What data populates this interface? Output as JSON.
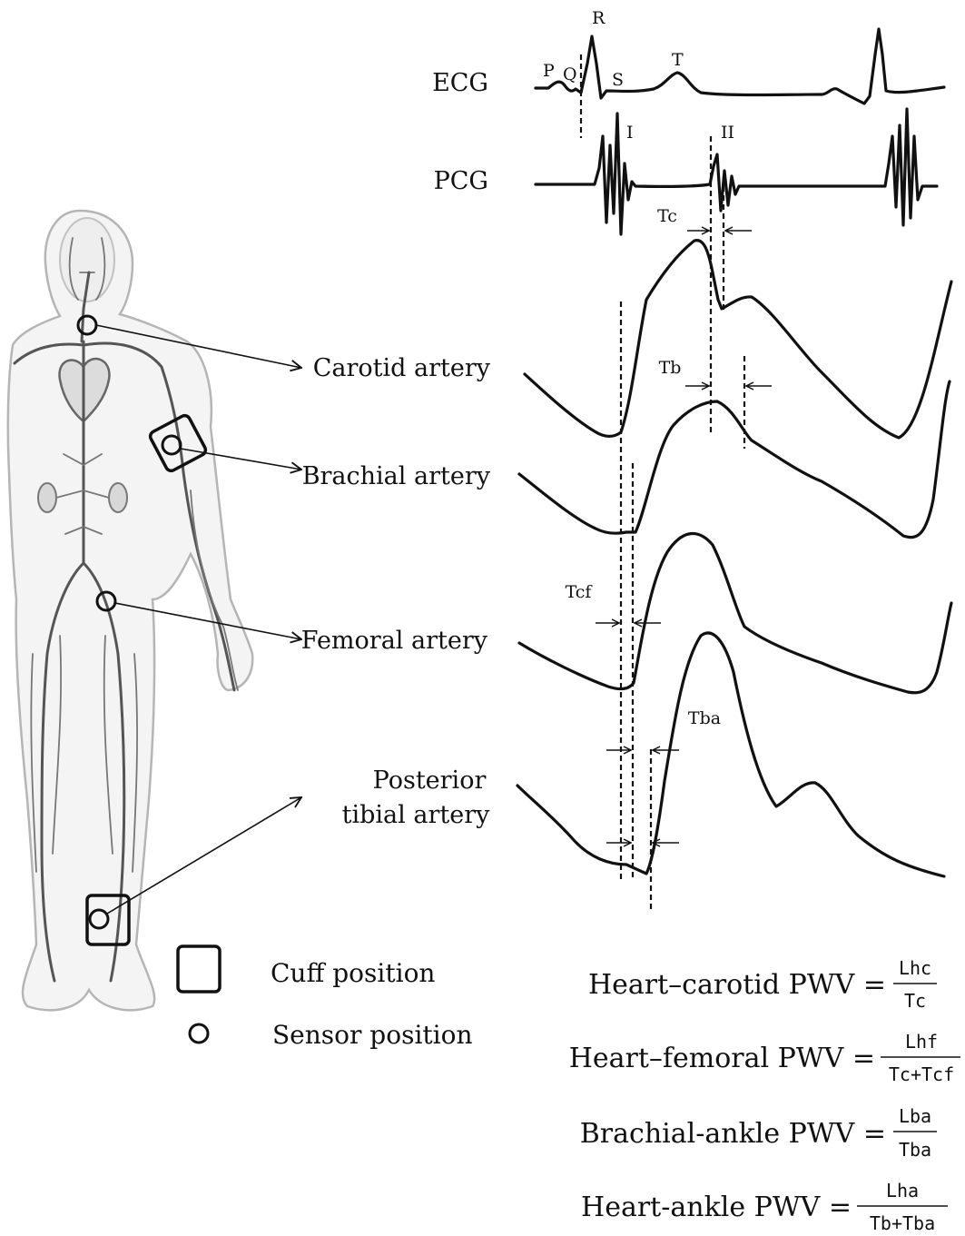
{
  "signals": {
    "ecg": "ECG",
    "pcg": "PCG",
    "ecg_points": {
      "p": "P",
      "q": "Q",
      "r": "R",
      "s": "S",
      "t": "T"
    },
    "heart_sounds": {
      "first": "I",
      "second": "II"
    }
  },
  "arteries": {
    "carotid": "Carotid artery",
    "brachial": "Brachial artery",
    "femoral": "Femoral artery",
    "posterior_tibial_line1": "Posterior",
    "posterior_tibial_line2": "tibial artery"
  },
  "intervals": {
    "tc": "Tc",
    "tb": "Tb",
    "tcf": "Tcf",
    "tba": "Tba"
  },
  "legend": {
    "cuff": "Cuff position",
    "sensor": "Sensor position"
  },
  "formulas": [
    {
      "label": "Heart–carotid PWV =",
      "numerator": "Lhc",
      "denominator": "Tc"
    },
    {
      "label": "Heart–femoral PWV =",
      "numerator": "Lhf",
      "denominator": "Tc+Tcf"
    },
    {
      "label": "Brachial-ankle PWV =",
      "numerator": "Lba",
      "denominator": "Tba"
    },
    {
      "label": "Heart-ankle PWV =",
      "numerator": "Lha",
      "denominator": "Tb+Tba"
    }
  ]
}
